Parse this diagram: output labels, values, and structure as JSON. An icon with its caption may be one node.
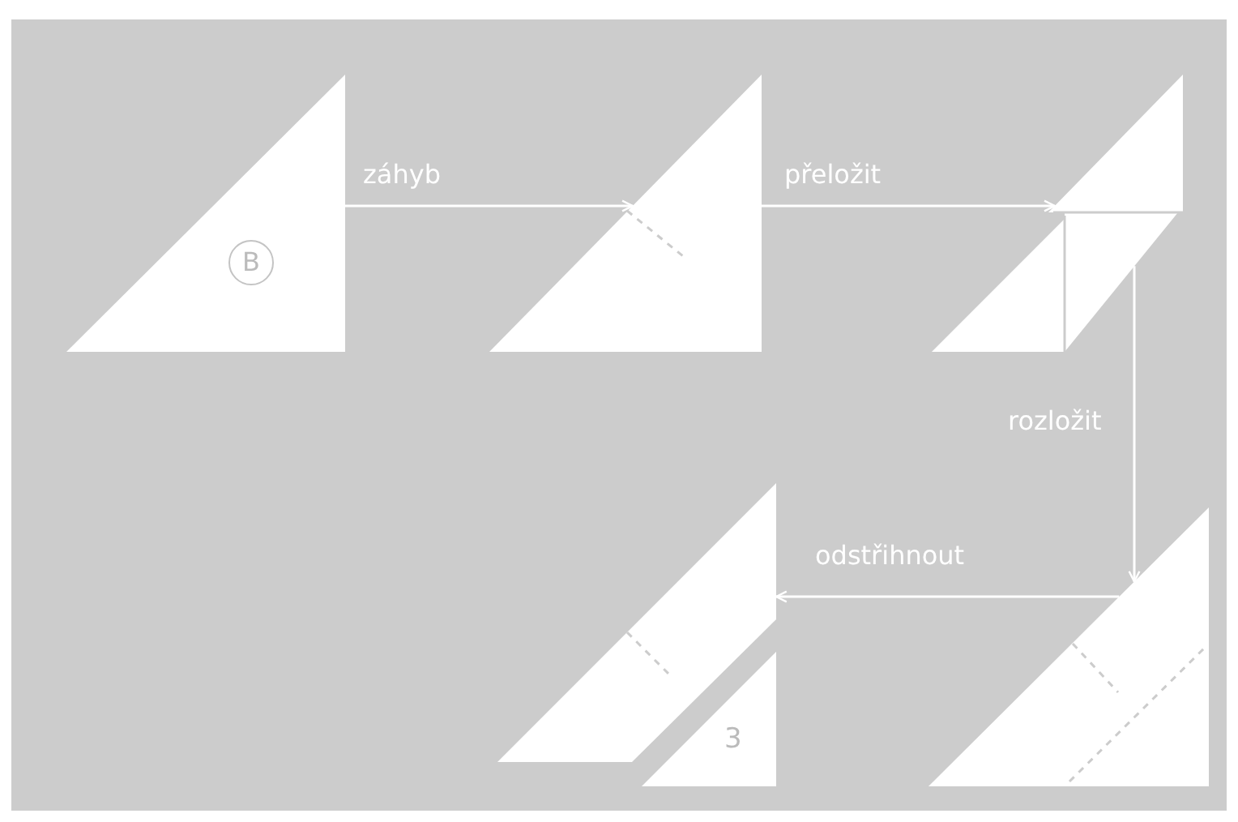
{
  "diagram": {
    "nodes": [
      {
        "text": [
          "B"
        ]
      },
      {
        "text": [],
        "shape": "triangle"
      },
      {
        "text": [],
        "shape": "parallelogram"
      },
      {
        "text": [],
        "shape": "triangle"
      },
      {
        "text": [],
        "shape": "parallelogram"
      },
      {
        "text": [
          "3"
        ]
      }
    ],
    "edges": [
      {
        "from": 0,
        "to": 1,
        "arrow": "to",
        "label": "záhyb"
      },
      {
        "from": 1,
        "to": 2,
        "arrow": "to",
        "label": "přeložit"
      },
      {
        "from": 2,
        "to": 3,
        "arrow": "to",
        "label": "rozložit"
      },
      {
        "from": 3,
        "to": 4,
        "arrow": "to",
        "label": "odstřihnout"
      }
    ]
  }
}
